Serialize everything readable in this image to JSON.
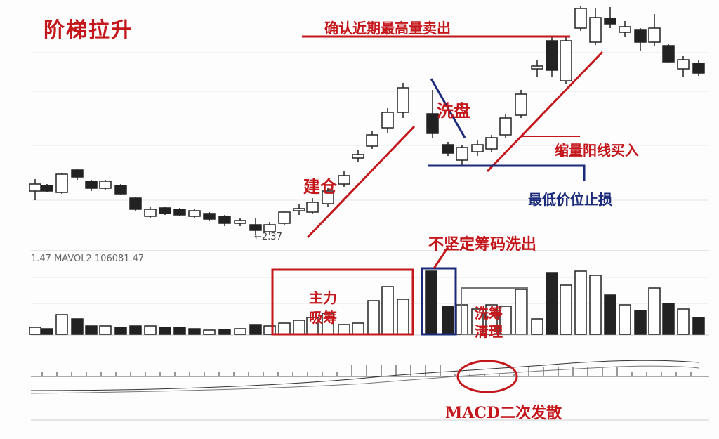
{
  "title": "阶梯拉升",
  "annotations": {
    "sell": "确认近期最高量卖出",
    "wash": "洗盘",
    "buy": "缩量阳线买入",
    "stop_loss": "最低价位止损",
    "build": "建仓",
    "absorb_1": "主力",
    "absorb_2": "吸筹",
    "unstable_out": "不坚定筹码洗出",
    "clean_1": "洗筹",
    "clean_2": "清理",
    "macd": "MACD二次发散"
  },
  "low_price_label": "←2.37",
  "volume_header": "1.47 MAVOL2 106081.47",
  "colors": {
    "annotation": "#c4171c",
    "stop_loss_line": "#1c2a7a",
    "candle": "#222222"
  },
  "chart_data": {
    "type": "candlestick",
    "title": "阶梯拉升",
    "panels": [
      "price",
      "volume",
      "macd"
    ],
    "low_label": 2.37,
    "volume_indicator": {
      "name": "MAVOL2",
      "values": [
        "1.47",
        "106081.47"
      ]
    },
    "grid": true
  }
}
